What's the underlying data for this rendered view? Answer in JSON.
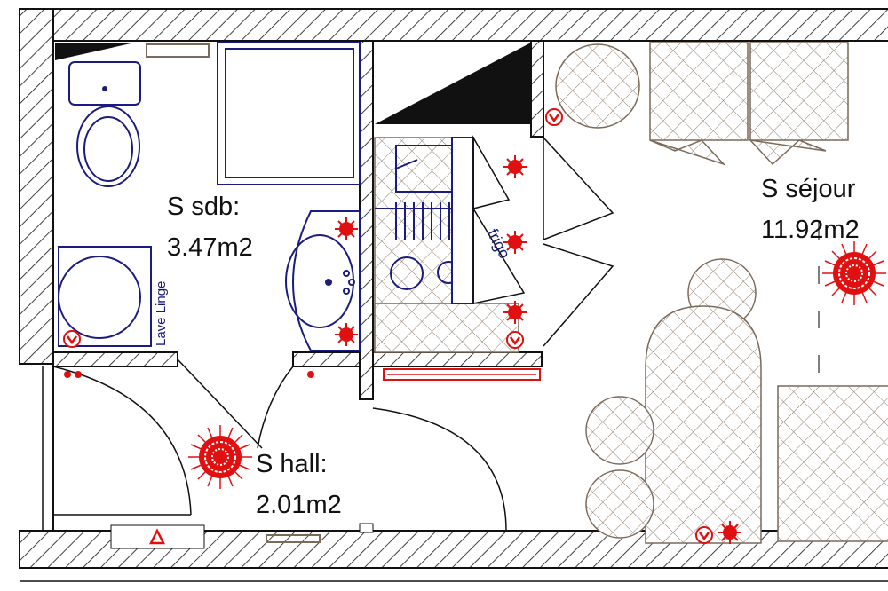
{
  "rooms": {
    "sdb": {
      "name": "S sdb:",
      "area": "3.47m2"
    },
    "hall": {
      "name": "S hall:",
      "area": "2.01m2"
    },
    "sejour": {
      "name": "S séjour",
      "area": "11.92m2"
    }
  },
  "fixtures": {
    "washing_machine": "Lave Linge",
    "fridge": "frigo"
  },
  "colors": {
    "walls": "#111111",
    "fixtures": "#1c1c80",
    "electrical": "#e01010",
    "furniture": "#7a6a5a"
  }
}
